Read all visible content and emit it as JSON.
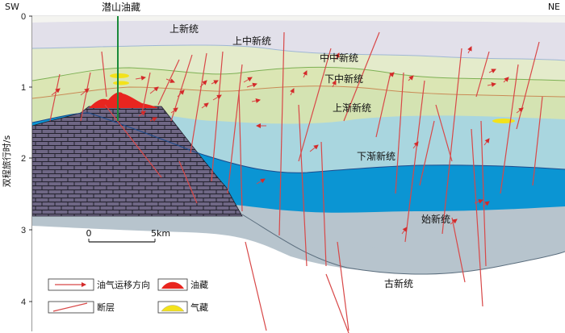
{
  "corners": {
    "left": "SW",
    "right": "NE"
  },
  "well_label": "潜山油藏",
  "y_axis": {
    "label": "双程旅行时/s",
    "ticks": [
      "0",
      "1",
      "2",
      "3",
      "4"
    ]
  },
  "strata": {
    "shangxin": "上新统",
    "shangzhongxin": "上中新统",
    "zhongzhongxin": "中中新统",
    "xiazhongxin": "下中新统",
    "shangjianxin": "上渐新统",
    "xiajianxin": "下渐新统",
    "shixin": "始新统",
    "guxin": "古新统"
  },
  "scale_bar": {
    "start": "0",
    "end": "5km"
  },
  "legend": {
    "migration": "油气运移方向",
    "fault": "断层",
    "oil": "油藏",
    "gas": "气藏"
  },
  "colors": {
    "quaternary": "#f4f4f0",
    "shangxin": "#e2e0ea",
    "zhongzhong": "#e4ebcb",
    "xiazhong": "#dbe6b4",
    "shangjian": "#d4e3b2",
    "xiajian": "#a9d6df",
    "shixin": "#0b95d3",
    "guxin": "#b7c4cd",
    "basement": "#6f6785",
    "oil": "#e8251f",
    "gas": "#f3e21b",
    "fault": "#d84848",
    "well": "#1a8a3a"
  }
}
